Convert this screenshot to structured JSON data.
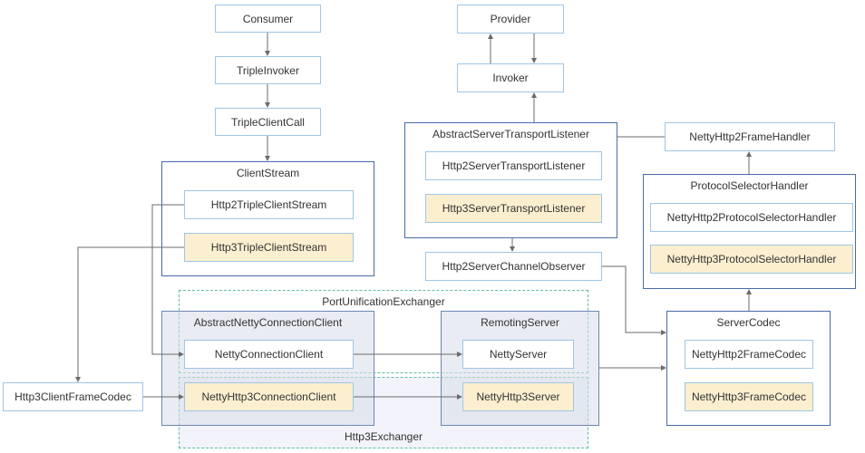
{
  "nodes": {
    "consumer": "Consumer",
    "triple_invoker": "TripleInvoker",
    "triple_client_call": "TripleClientCall",
    "client_stream": "ClientStream",
    "http2_triple_client_stream": "Http2TripleClientStream",
    "http3_triple_client_stream": "Http3TripleClientStream",
    "provider": "Provider",
    "invoker": "Invoker",
    "abstract_server_transport_listener": "AbstractServerTransportListener",
    "http2_server_transport_listener": "Http2ServerTransportListener",
    "http3_server_transport_listener": "Http3ServerTransportListener",
    "http2_server_channel_observer": "Http2ServerChannelObserver",
    "netty_http2_frame_handler": "NettyHttp2FrameHandler",
    "protocol_selector_handler": "ProtocolSelectorHandler",
    "netty_http2_protocol_selector_handler": "NettyHttp2ProtocolSelectorHandler",
    "netty_http3_protocol_selector_handler": "NettyHttp3ProtocolSelectorHandler",
    "port_unification_exchanger": "PortUnificationExchanger",
    "abstract_netty_connection_client": "AbstractNettyConnectionClient",
    "netty_connection_client": "NettyConnectionClient",
    "netty_http3_connection_client": "NettyHttp3ConnectionClient",
    "remoting_server": "RemotingServer",
    "netty_server": "NettyServer",
    "netty_http3_server": "NettyHttp3Server",
    "http3_exchanger": "Http3Exchanger",
    "http3_client_frame_codec": "Http3ClientFrameCodec",
    "server_codec": "ServerCodec",
    "netty_http2_frame_codec": "NettyHttp2FrameCodec",
    "netty_http3_frame_codec": "NettyHttp3FrameCodec"
  },
  "colors": {
    "highlight": "#fcefd0",
    "light_border": "#9ec6e6",
    "dark_border": "#4a6aa8",
    "dashed_border": "#5fbfa6",
    "edge": "#6b6b6b"
  }
}
